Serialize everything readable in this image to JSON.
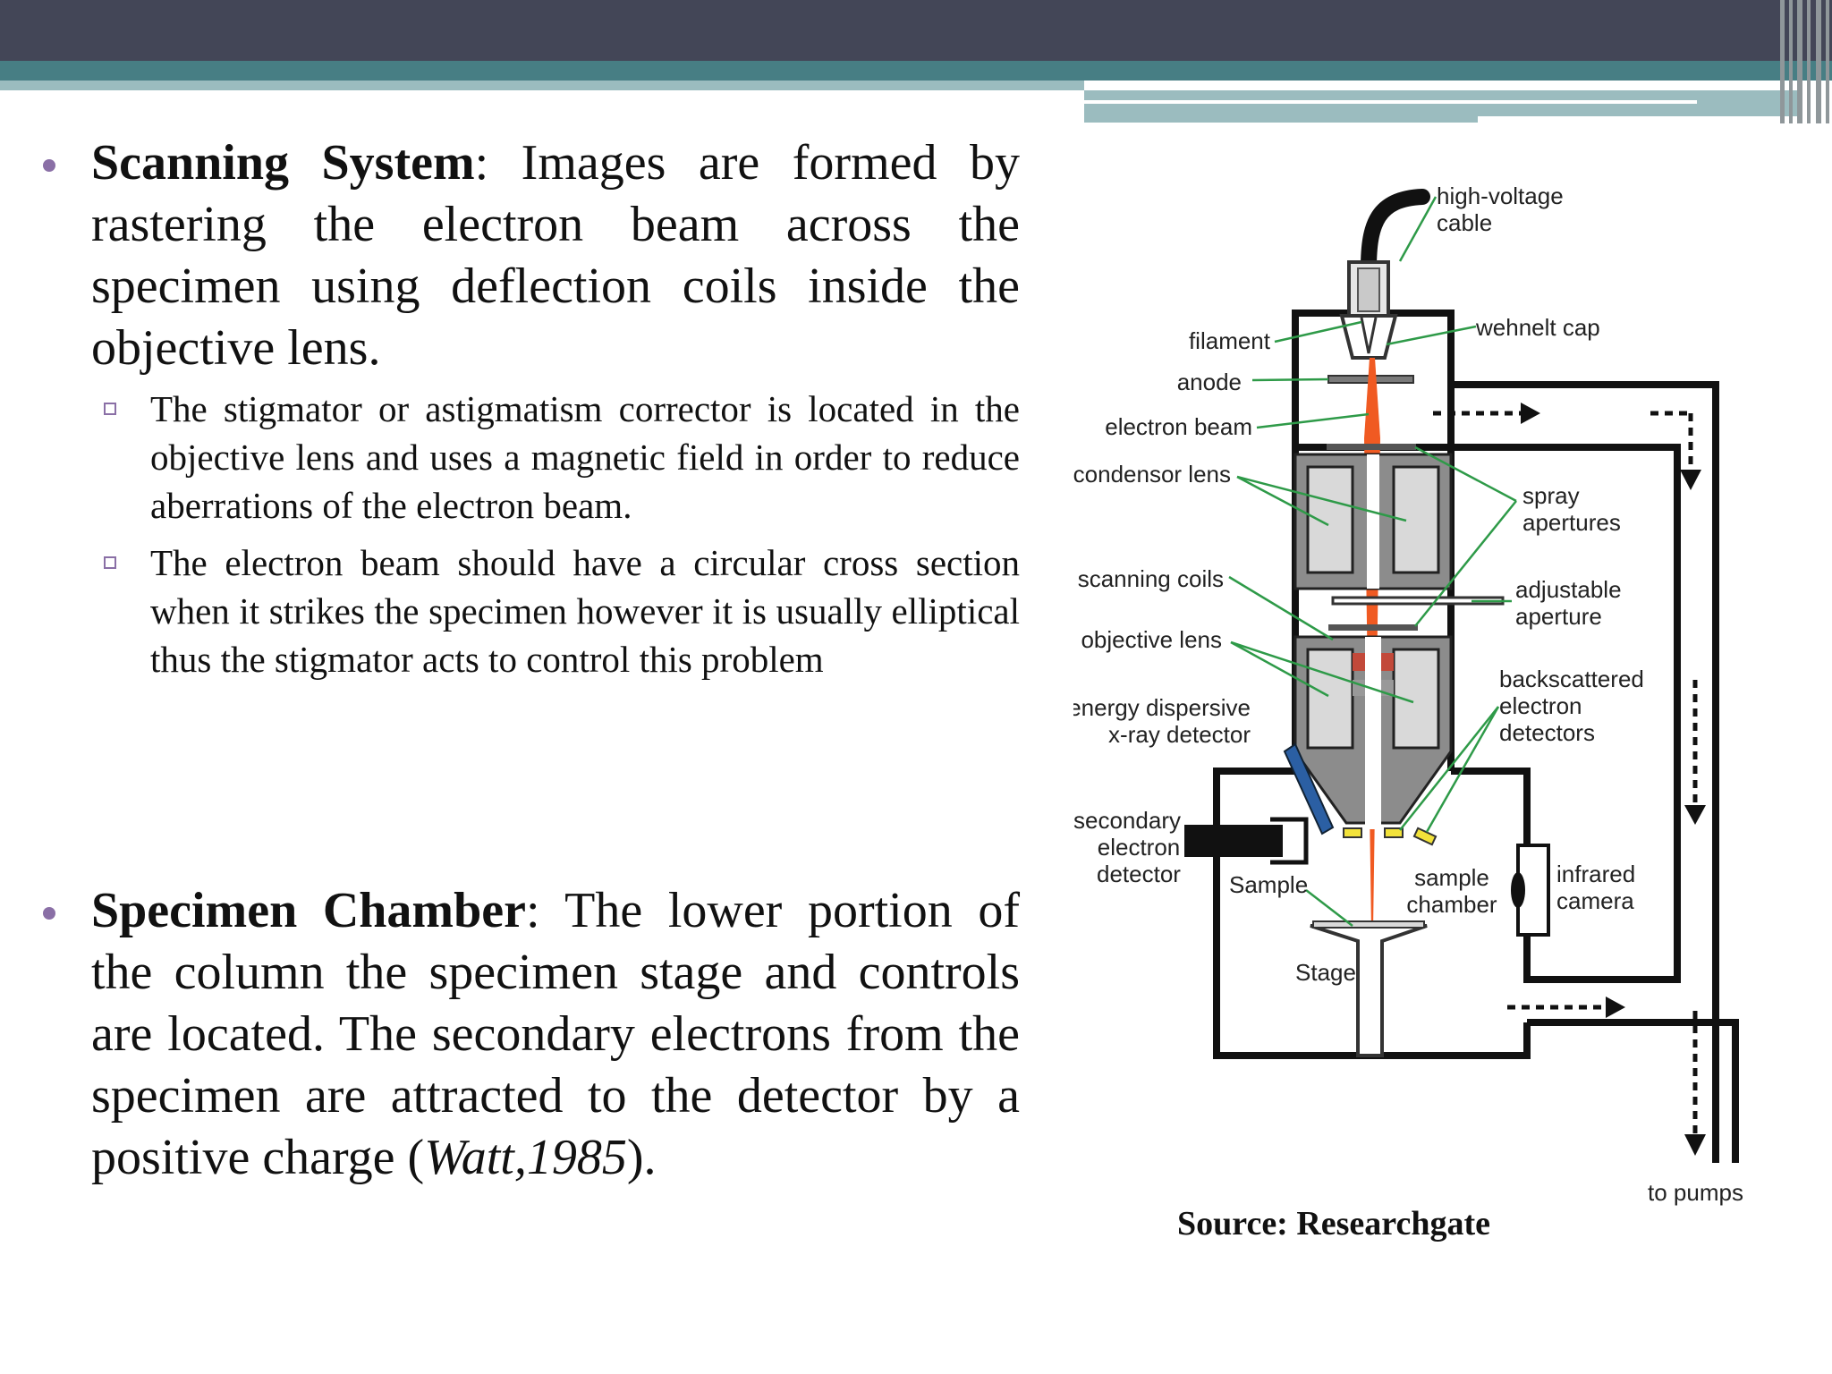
{
  "slide": {
    "bullet1": {
      "heading": "Scanning System",
      "text": ": Images are formed by rastering the electron beam across the specimen using deflection coils inside the objective lens.",
      "sub1": "The stigmator or astigmatism corrector is located in the objective lens and uses a magnetic field in order to reduce aberrations of the electron beam.",
      "sub2": "The electron beam should have a circular cross section when it strikes the specimen however it is usually elliptical thus the stigmator acts to control this problem"
    },
    "bullet2": {
      "heading": "Specimen Chamber",
      "text_before": ": The lower portion of the column the specimen stage and controls are located. The secondary electrons from the specimen are attracted to the detector by a positive charge (",
      "citation": "Watt,1985",
      "text_after": ")."
    },
    "source": "Source: Researchgate"
  },
  "diagram": {
    "labels": {
      "hv1": "high-voltage",
      "hv2": "cable",
      "filament": "filament",
      "anode": "anode",
      "wehnelt": "wehnelt cap",
      "electron_beam": "electron beam",
      "condensor": "condensor lens",
      "spray1": "spray",
      "spray2": "apertures",
      "scanning": "scanning coils",
      "adjustable1": "adjustable",
      "adjustable2": "aperture",
      "objective": "objective lens",
      "backscattered1": "backscattered",
      "backscattered2": "electron",
      "backscattered3": "detectors",
      "eds1": "energy dispersive",
      "eds2": "x-ray detector",
      "secondary1": "secondary",
      "secondary2": "electron",
      "secondary3": "detector",
      "sample": "Sample",
      "sample_chamber1": "sample",
      "sample_chamber2": "chamber",
      "infrared1": "infrared",
      "infrared2": "camera",
      "stage": "Stage",
      "pumps": "to pumps"
    },
    "colors": {
      "beam": "#f05a22",
      "leader": "#2e9a48",
      "detector_blue": "#2b5fa3",
      "detector_yellow": "#f2e23a",
      "lens_gray": "#8c8c8c"
    }
  }
}
